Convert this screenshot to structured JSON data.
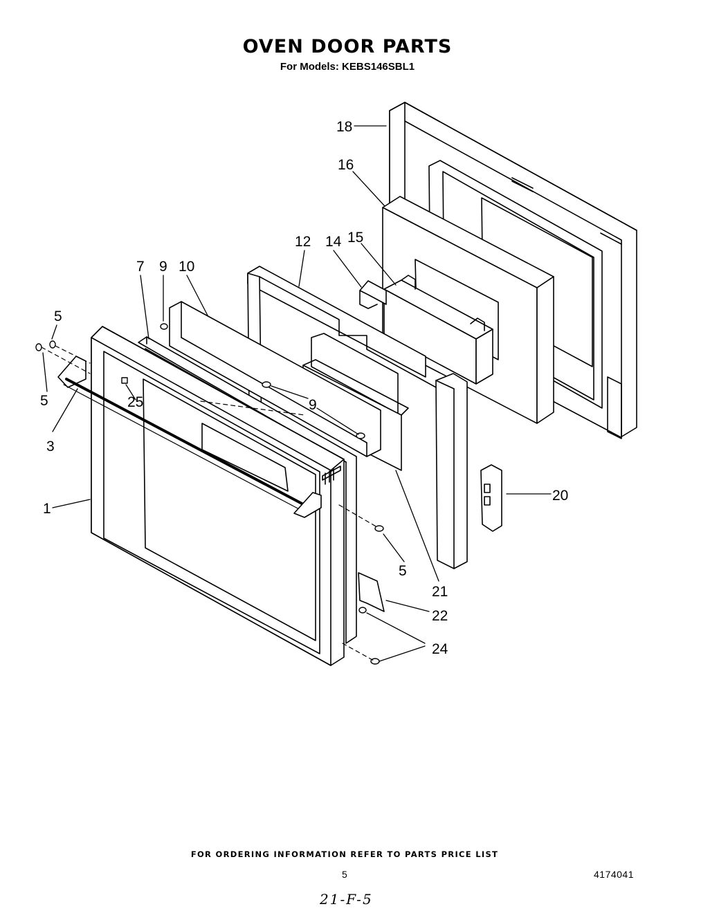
{
  "header": {
    "title": "OVEN DOOR PARTS",
    "subtitle": "For Models: KEBS146SBL1"
  },
  "callouts": [
    {
      "id": "c18",
      "text": "18"
    },
    {
      "id": "c16",
      "text": "16"
    },
    {
      "id": "c12",
      "text": "12"
    },
    {
      "id": "c14",
      "text": "14"
    },
    {
      "id": "c15",
      "text": "15"
    },
    {
      "id": "c7",
      "text": "7"
    },
    {
      "id": "c9a",
      "text": "9"
    },
    {
      "id": "c10",
      "text": "10"
    },
    {
      "id": "c5a",
      "text": "5"
    },
    {
      "id": "c5b",
      "text": "5"
    },
    {
      "id": "c25",
      "text": "25"
    },
    {
      "id": "c9b",
      "text": "9"
    },
    {
      "id": "c3",
      "text": "3"
    },
    {
      "id": "c20",
      "text": "20"
    },
    {
      "id": "c1",
      "text": "1"
    },
    {
      "id": "c5c",
      "text": "5"
    },
    {
      "id": "c21",
      "text": "21"
    },
    {
      "id": "c22",
      "text": "22"
    },
    {
      "id": "c24",
      "text": "24"
    }
  ],
  "footer": {
    "ordering_note": "FOR ORDERING INFORMATION REFER TO PARTS PRICE LIST",
    "page_number": "5",
    "document_number": "4174041",
    "handwritten_note": "21-F-5"
  }
}
